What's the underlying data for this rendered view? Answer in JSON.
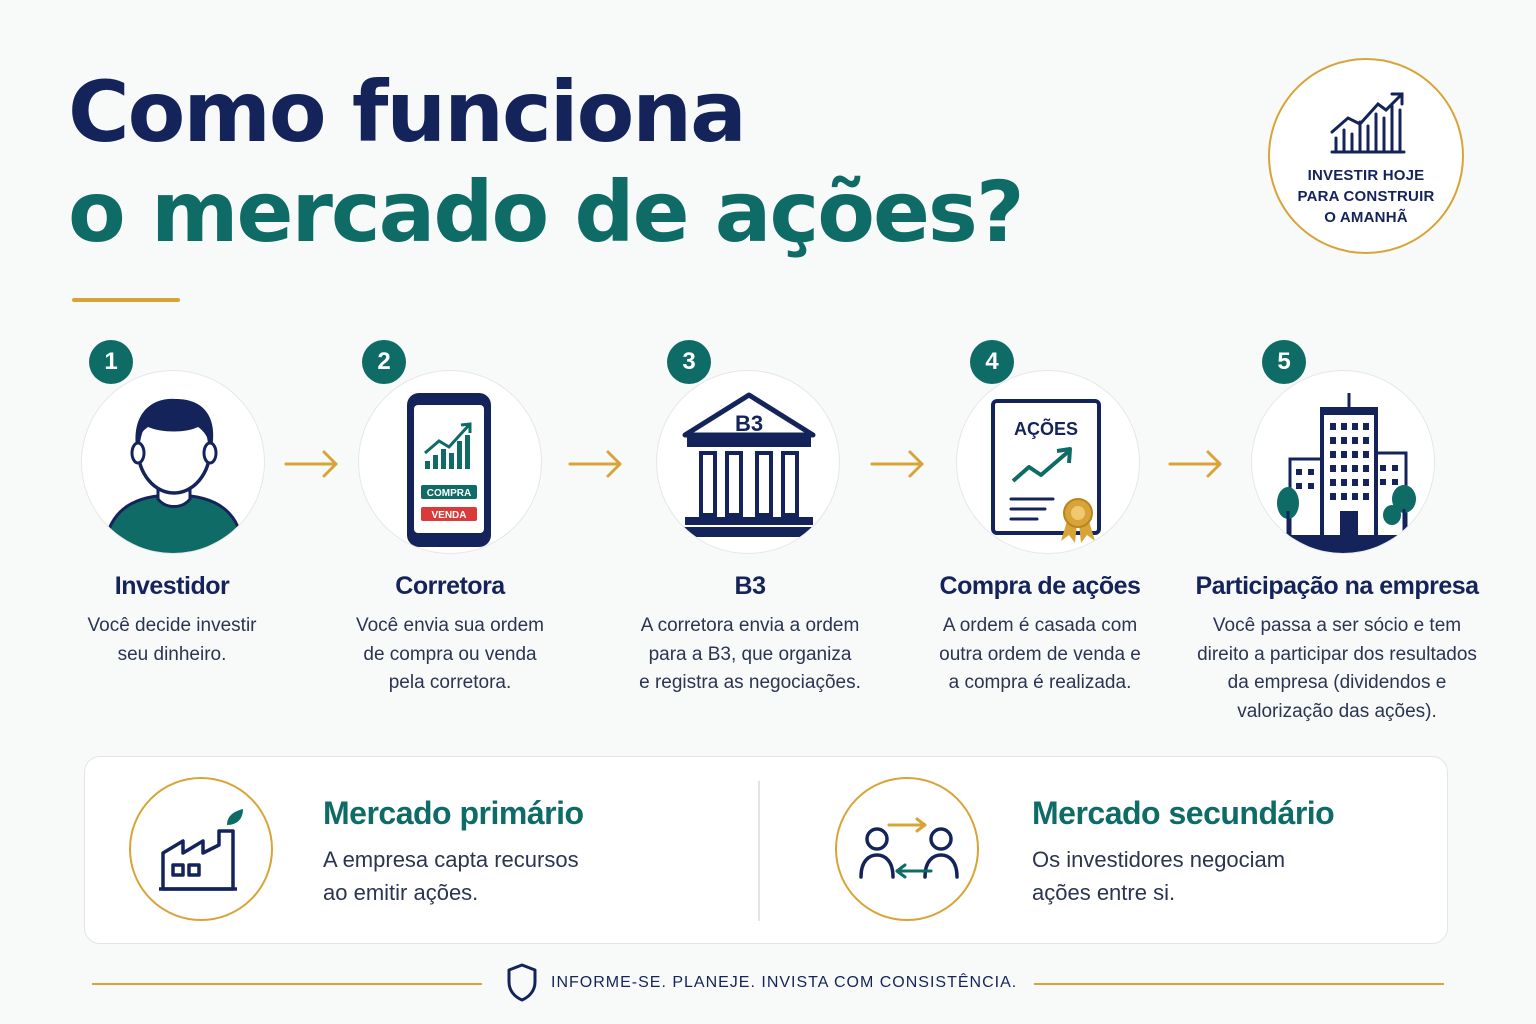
{
  "title": {
    "line1": "Como funciona",
    "line2": "o mercado de ações?"
  },
  "badge": {
    "text": "INVESTIR HOJE\nPARA CONSTRUIR\nO AMANHÃ",
    "icon": "growth-chart-icon"
  },
  "steps": [
    {
      "number": "1",
      "title": "Investidor",
      "description": "Você decide investir\nseu dinheiro.",
      "icon": "person-icon"
    },
    {
      "number": "2",
      "title": "Corretora",
      "description": "Você envia sua ordem\nde compra ou venda\npela corretora.",
      "icon": "smartphone-icon",
      "buy_label": "COMPRA",
      "sell_label": "VENDA"
    },
    {
      "number": "3",
      "title": "B3",
      "description": "A corretora envia a ordem\npara a B3, que organiza\ne registra as negociações.",
      "icon": "exchange-building-icon",
      "building_label": "B3"
    },
    {
      "number": "4",
      "title": "Compra de ações",
      "description": "A ordem é casada com\noutra ordem de venda e\na compra é realizada.",
      "icon": "stock-certificate-icon",
      "certificate_label": "AÇÕES"
    },
    {
      "number": "5",
      "title": "Participação na empresa",
      "description": "Você passa a ser sócio e tem\ndireito a participar dos resultados\nda empresa (dividendos e\nvalorização das ações).",
      "icon": "company-building-icon"
    }
  ],
  "markets": [
    {
      "title": "Mercado primário",
      "description": "A empresa capta recursos\nao emitir ações.",
      "icon": "factory-icon"
    },
    {
      "title": "Mercado secundário",
      "description": "Os investidores negociam\nações entre si.",
      "icon": "people-exchange-icon"
    }
  ],
  "footer": {
    "text": "INFORME-SE. PLANEJE. INVISTA COM CONSISTÊNCIA.",
    "icon": "shield-icon"
  },
  "colors": {
    "navy": "#14245a",
    "teal": "#0e6b66",
    "gold": "#d8a437",
    "buy_green": "#0e6b66",
    "sell_red": "#d93a3a"
  }
}
